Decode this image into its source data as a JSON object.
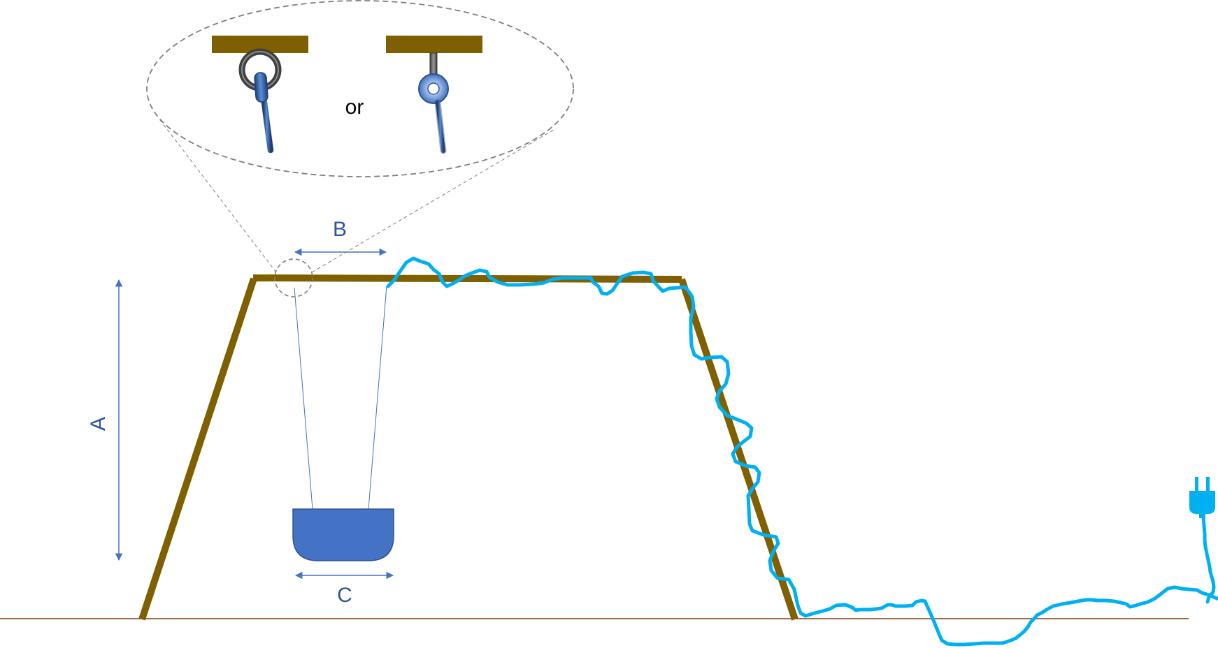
{
  "labels": {
    "a": "A",
    "b": "B",
    "c": "C",
    "or": "or"
  },
  "colors": {
    "frame": "#7f6000",
    "dimension": "#4472c4",
    "dimension_text": "#2f5597",
    "cable": "#00b0f0",
    "seat": "#4472c4",
    "seat_stroke": "#2f528f",
    "rope": "#4472c4",
    "ground": "#843c0c",
    "callout": "#7f7f7f",
    "ring_dark": "#404040",
    "hook_blue": "#2e75b6"
  },
  "icons": {
    "plug": "power-plug-icon",
    "ring_hook": "ring-hook-icon",
    "eye_hook": "eye-bolt-hook-icon"
  }
}
